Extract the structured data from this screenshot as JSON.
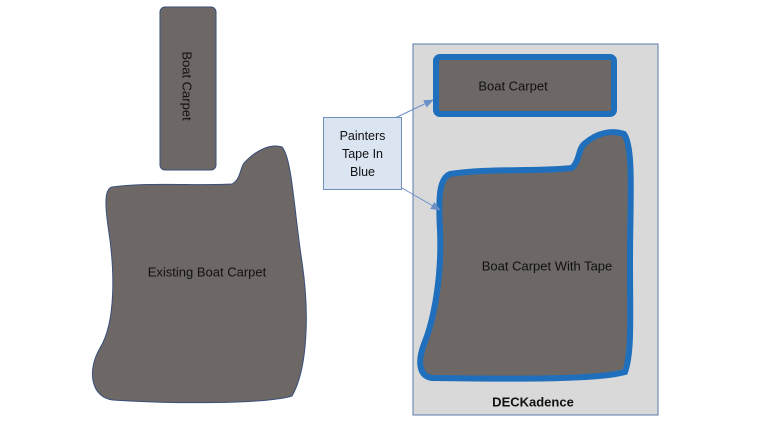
{
  "labels": {
    "boat_carpet_strip": "Boat Carpet",
    "existing_boat_carpet": "Existing Boat Carpet",
    "boat_carpet_taped": "Boat Carpet",
    "boat_carpet_with_tape": "Boat Carpet With Tape",
    "brand": "DECKadence"
  },
  "callout": {
    "lines": [
      "Painters",
      "Tape In",
      "Blue"
    ]
  },
  "colors": {
    "carpet": "#6d6866",
    "carpet_outline": "#3a4f7a",
    "tape": "#1f6fbd",
    "panel": "#d9d9d9",
    "panel_border": "#5b7aa6",
    "callout_fill": "#dbe4f1",
    "arrow": "#6a8fc7"
  }
}
